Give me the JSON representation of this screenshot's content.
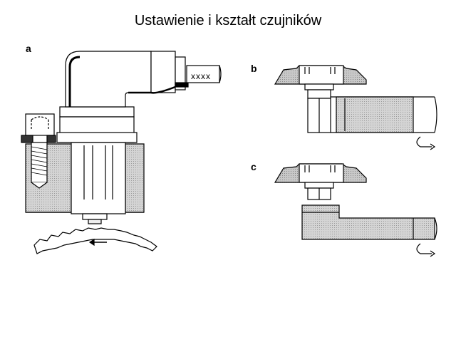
{
  "slide": {
    "title": "Ustawienie i kształt czujników"
  },
  "panels": {
    "a": {
      "label": "a"
    },
    "b": {
      "label": "b"
    },
    "c": {
      "label": "c"
    }
  },
  "sensor": {
    "cable_marking": "xxxx"
  },
  "colors": {
    "housing_fill": "#d0d0d0",
    "outline": "#000000",
    "background": "#ffffff"
  }
}
